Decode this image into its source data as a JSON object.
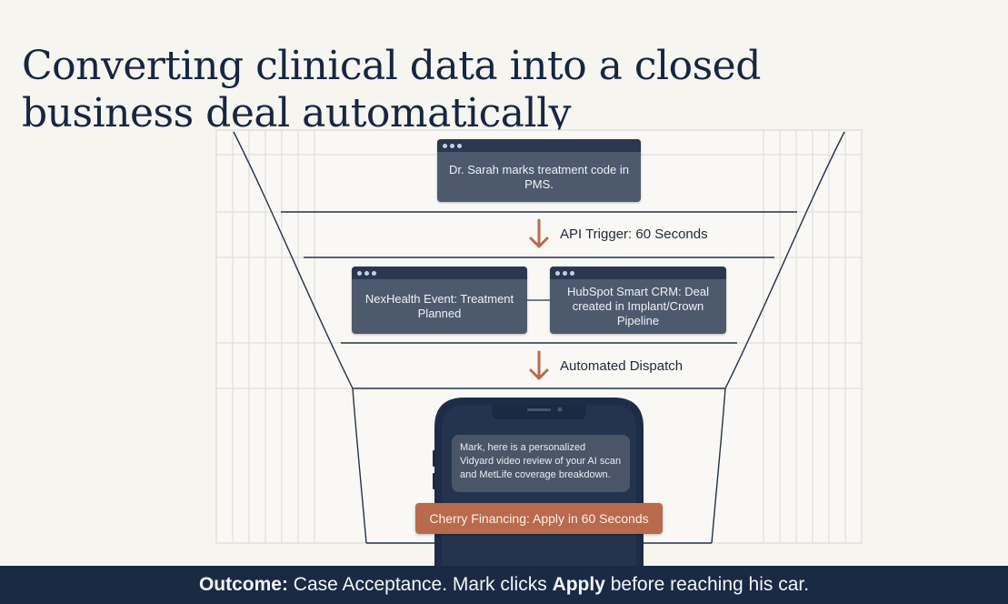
{
  "title": {
    "line1": "Converting clinical data into a closed",
    "line2": "business deal automatically"
  },
  "steps": {
    "pms": "Dr. Sarah marks treatment code in PMS.",
    "api_trigger": "API Trigger: 60 Seconds",
    "nexhealth": "NexHealth Event: Treatment Planned",
    "hubspot": "HubSpot Smart CRM: Deal created in Implant/Crown Pipeline",
    "dispatch": "Automated Dispatch"
  },
  "phone": {
    "message": "Mark, here is a personalized Vidyard video review of your AI scan and MetLife coverage breakdown.",
    "cta_label": "Cherry Financing: Apply in 60 Seconds"
  },
  "footer": {
    "lead": "Outcome:",
    "part1": " Case Acceptance. Mark clicks ",
    "bold": "Apply",
    "part2": " before reaching his car."
  },
  "colors": {
    "navy": "#1a2a44",
    "window": "#4d5a6e",
    "accent": "#b96a4c",
    "background": "#f7f5f0"
  },
  "icons": {
    "arrow": "arrow-down-icon",
    "window_dots": "window-dots-icon"
  }
}
